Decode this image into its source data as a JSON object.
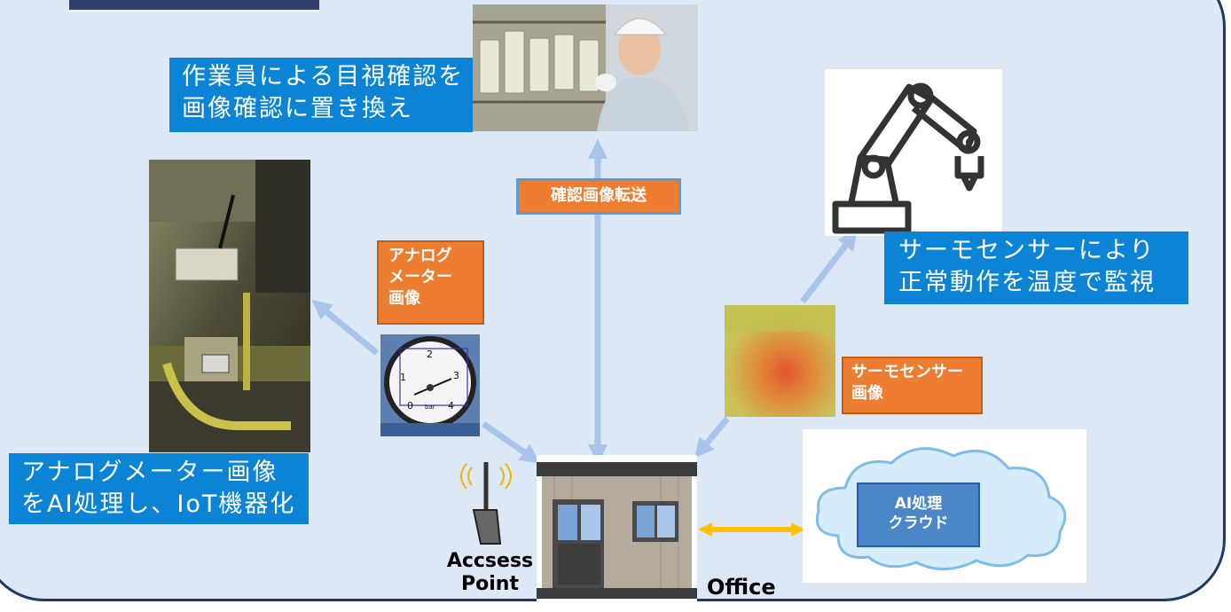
{
  "worker_caption": {
    "line1": "作業員による目視確認を",
    "line2": "画像確認に置き換え"
  },
  "thermo_caption": {
    "line1": "サーモセンサーにより",
    "line2": "正常動作を温度で監視"
  },
  "meter_caption": {
    "line1": "アナログメーター画像",
    "line2": "をAI処理し、IoT機器化"
  },
  "transfer_label": "確認画像転送",
  "analog_label": {
    "line1": "アナログ",
    "line2": "メーター",
    "line3": "画像"
  },
  "thermo_label": {
    "line1": "サーモセンサー",
    "line2": "画像"
  },
  "cloud_label": {
    "line1": "AI処理",
    "line2": "クラウド"
  },
  "access_point_label": {
    "line1": "Accsess",
    "line2": "Point"
  },
  "office_label": "Office",
  "gauge_ticks": [
    "1",
    "2",
    "3",
    "4",
    "0",
    "bar"
  ],
  "colors": {
    "panel": "#dde8f6",
    "caption_blue": "#0b84d6",
    "label_orange": "#ed7d31",
    "arrow_blue": "#a9c4ea",
    "arrow_yellow": "#ffc000"
  }
}
